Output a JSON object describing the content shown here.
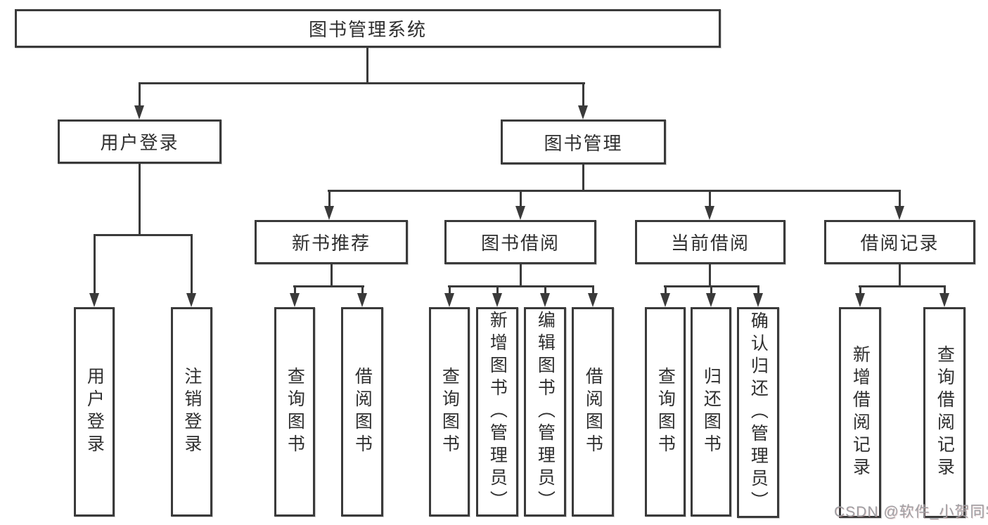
{
  "diagram": {
    "tree": {
      "root": {
        "label": "图书管理系统"
      },
      "children": [
        {
          "label": "用户登录",
          "children": [
            {
              "label": "用户登录"
            },
            {
              "label": "注销登录"
            }
          ]
        },
        {
          "label": "图书管理",
          "children": [
            {
              "label": "新书推荐",
              "children": [
                {
                  "label": "查询图书"
                },
                {
                  "label": "借阅图书"
                }
              ]
            },
            {
              "label": "图书借阅",
              "children": [
                {
                  "label": "查询图书"
                },
                {
                  "label": "新增图书（管理员）"
                },
                {
                  "label": "编辑图书（管理员）"
                },
                {
                  "label": "借阅图书"
                }
              ]
            },
            {
              "label": "当前借阅",
              "children": [
                {
                  "label": "查询图书"
                },
                {
                  "label": "归还图书"
                },
                {
                  "label": "确认归还（管理员）"
                }
              ]
            },
            {
              "label": "借阅记录",
              "children": [
                {
                  "label": "新增借阅记录"
                },
                {
                  "label": "查询借阅记录"
                }
              ]
            }
          ]
        }
      ]
    },
    "watermark": {
      "text": "CSDN @软件_小贺同学"
    },
    "colors": {
      "line": "#3a3a3a",
      "box_border": "#3a3a3a",
      "box_background": "#ffffff",
      "text": "#2f2f2f",
      "watermark": "#9f9fa3",
      "background": "#ffffff"
    }
  }
}
